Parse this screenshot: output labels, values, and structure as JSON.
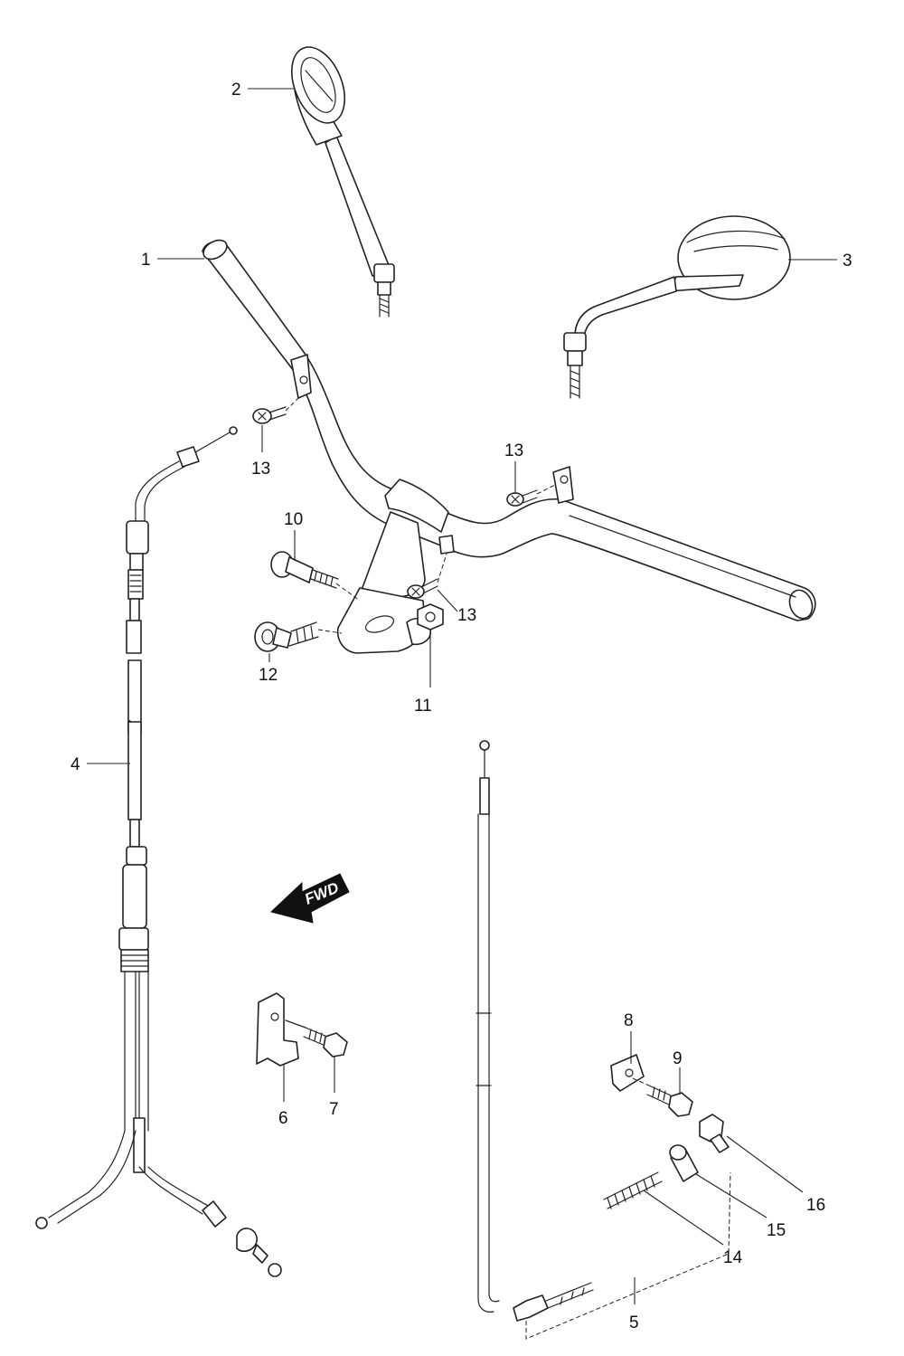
{
  "diagram": {
    "fwd_label": "FWD",
    "callouts": [
      {
        "id": "c2",
        "label": "2"
      },
      {
        "id": "c3",
        "label": "3"
      },
      {
        "id": "c1",
        "label": "1"
      },
      {
        "id": "c13a",
        "label": "13"
      },
      {
        "id": "c13b",
        "label": "13"
      },
      {
        "id": "c10",
        "label": "10"
      },
      {
        "id": "c13c",
        "label": "13"
      },
      {
        "id": "c12",
        "label": "12"
      },
      {
        "id": "c11",
        "label": "11"
      },
      {
        "id": "c4",
        "label": "4"
      },
      {
        "id": "c8",
        "label": "8"
      },
      {
        "id": "c9",
        "label": "9"
      },
      {
        "id": "c6",
        "label": "6"
      },
      {
        "id": "c7",
        "label": "7"
      },
      {
        "id": "c16",
        "label": "16"
      },
      {
        "id": "c15",
        "label": "15"
      },
      {
        "id": "c14",
        "label": "14"
      },
      {
        "id": "c5",
        "label": "5"
      }
    ]
  }
}
